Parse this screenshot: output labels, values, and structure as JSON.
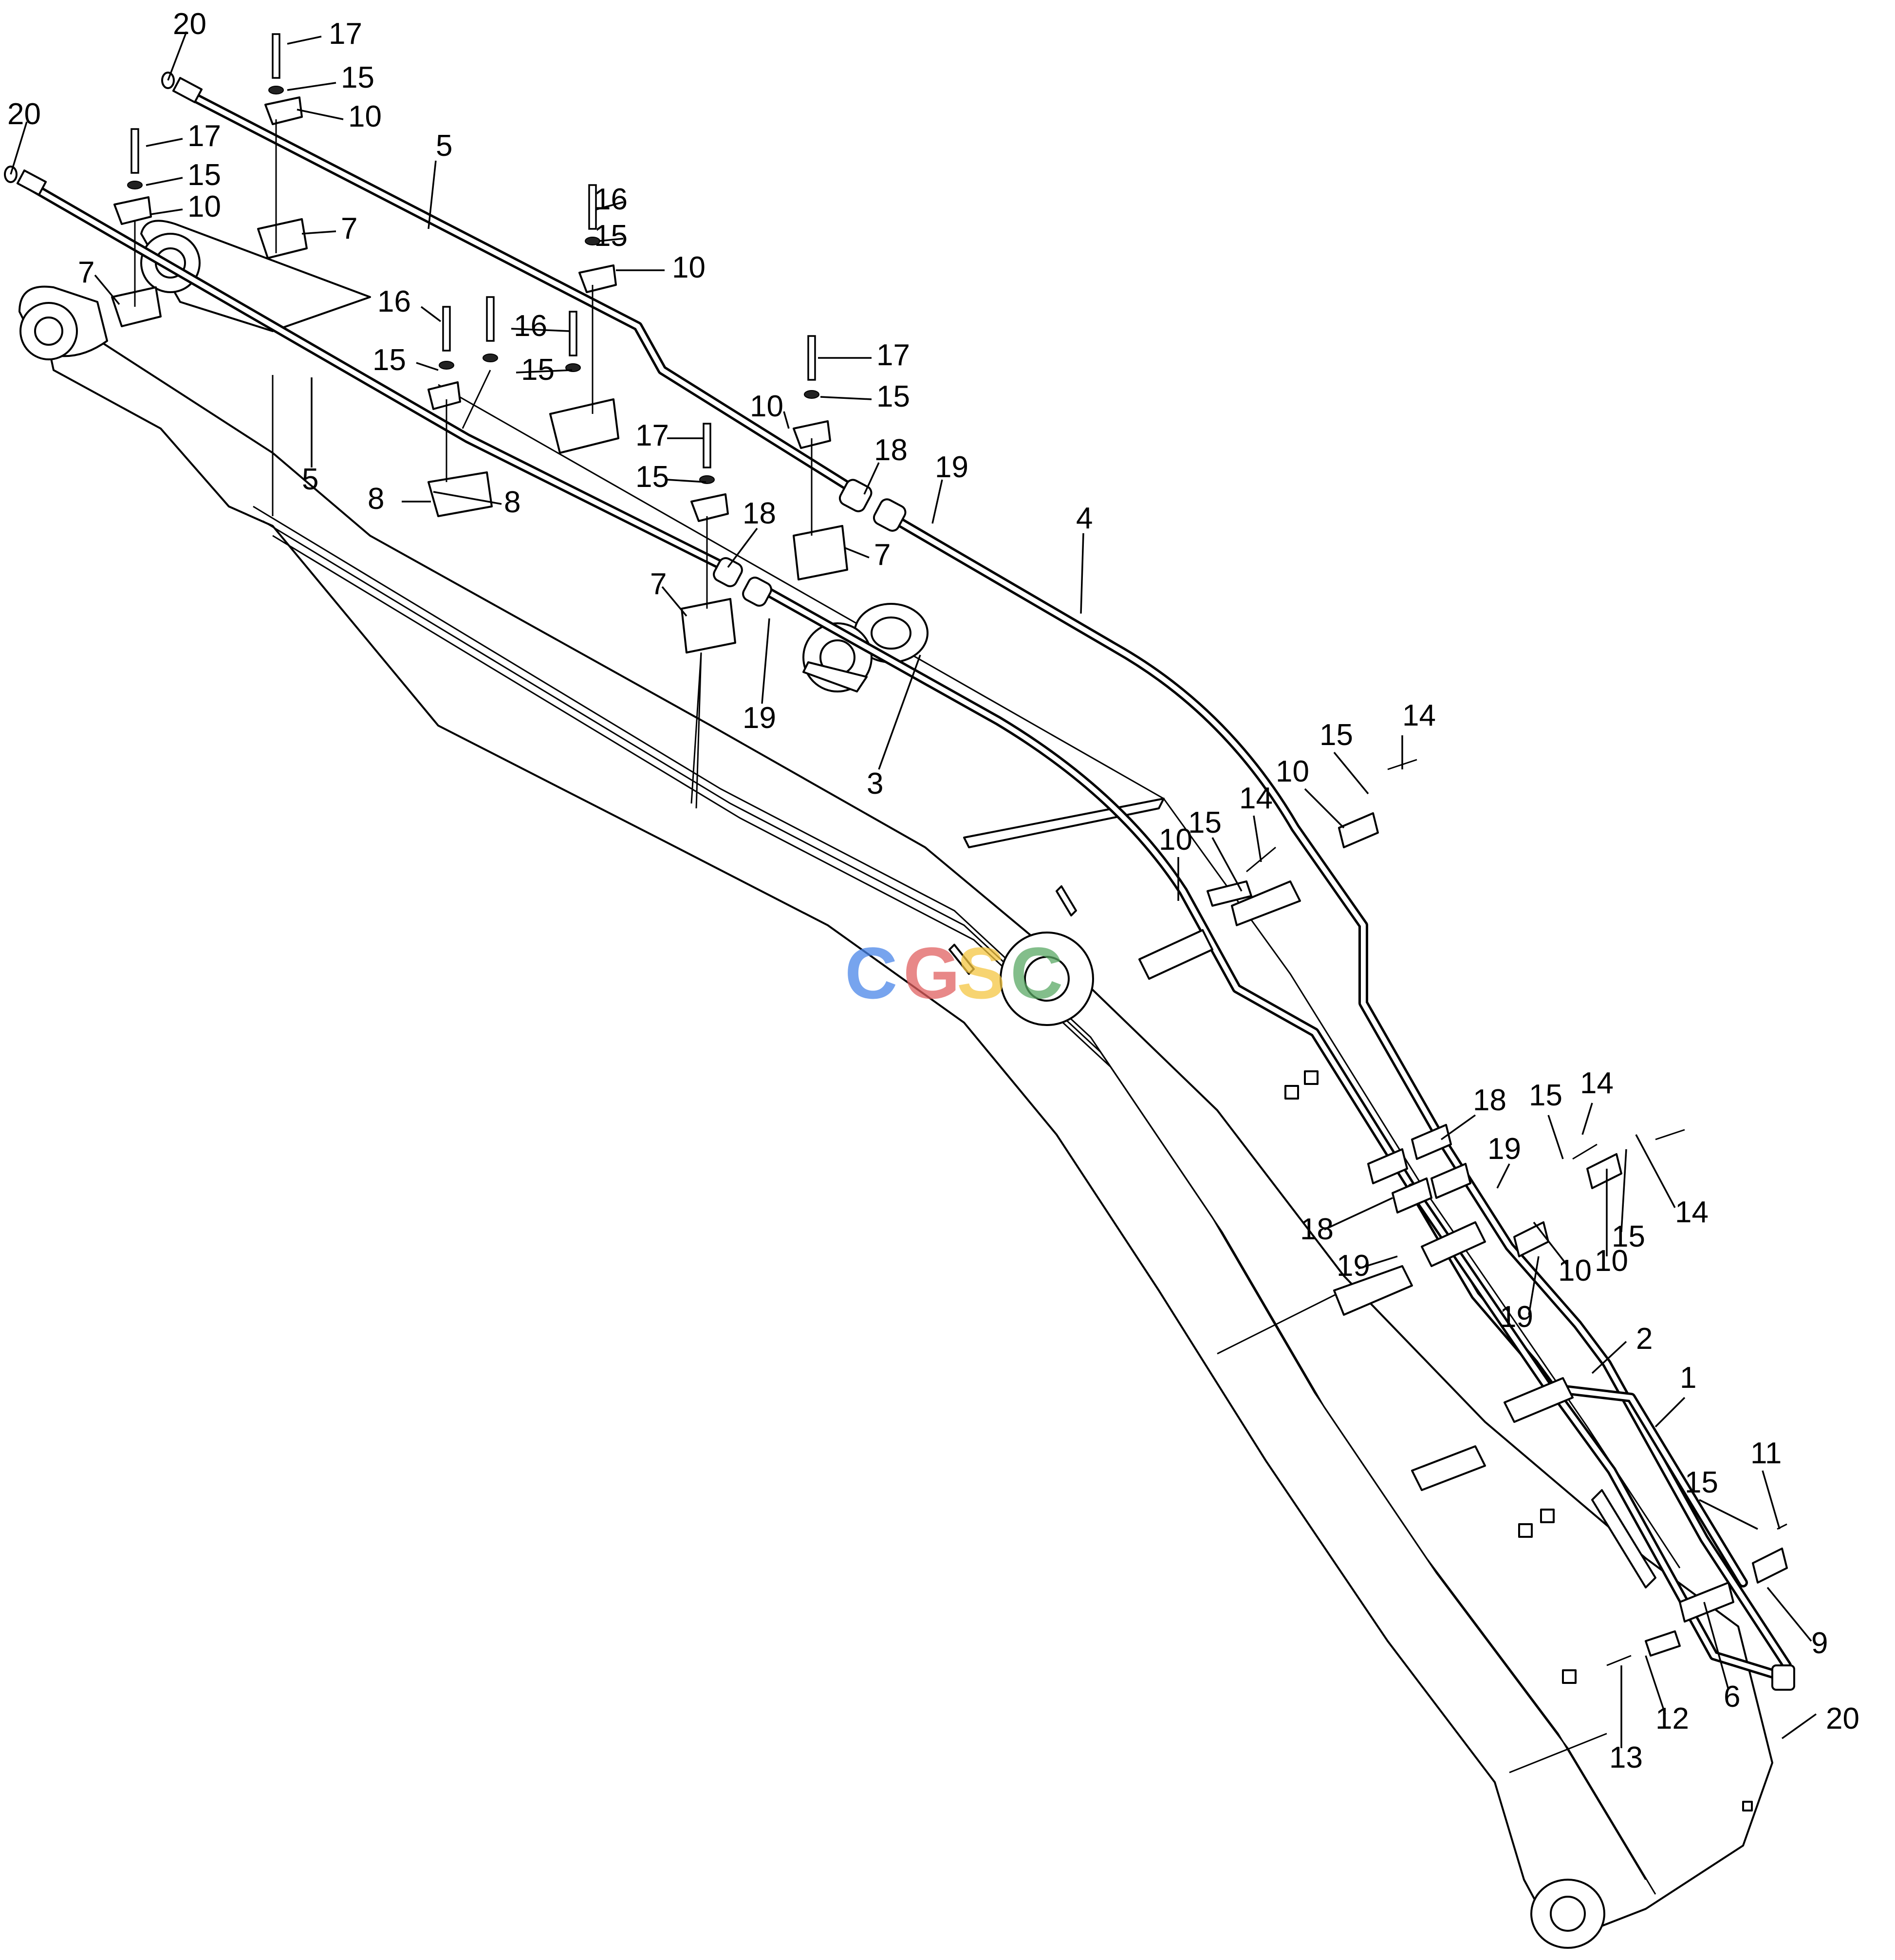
{
  "diagram": {
    "part_labels": [
      "20",
      "17",
      "15",
      "10",
      "20",
      "17",
      "15",
      "10",
      "7",
      "7",
      "5",
      "5",
      "16",
      "15",
      "16",
      "15",
      "8",
      "8",
      "16",
      "15",
      "10",
      "17",
      "15",
      "17",
      "15",
      "10",
      "18",
      "19",
      "4",
      "18",
      "7",
      "7",
      "19",
      "3",
      "14",
      "15",
      "10",
      "14",
      "15",
      "10",
      "18",
      "19",
      "15",
      "14",
      "18",
      "19",
      "14",
      "15",
      "10",
      "10",
      "19",
      "2",
      "1",
      "11",
      "15",
      "9",
      "13",
      "12",
      "6",
      "20"
    ]
  },
  "watermark": {
    "letters": [
      "C",
      "G",
      "S",
      "C"
    ],
    "colors": [
      "#4a86e8",
      "#e06060",
      "#f4c542",
      "#5aa864"
    ]
  }
}
